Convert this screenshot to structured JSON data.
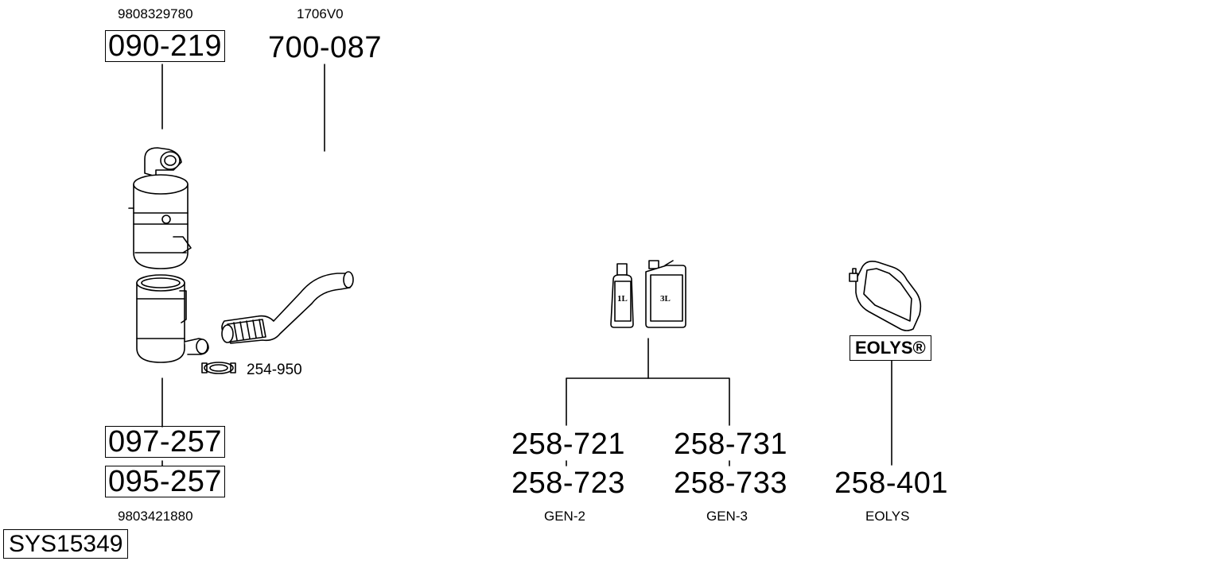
{
  "system_id": "SYS15349",
  "groups": {
    "upper_left": {
      "oem": "9808329780",
      "part": "090-219"
    },
    "upper_mid": {
      "oem": "1706V0",
      "part": "700-087"
    },
    "clamp": {
      "part": "254-950"
    },
    "lower_left": {
      "part_a": "097-257",
      "part_b": "095-257",
      "oem": "9803421880"
    },
    "gen2": {
      "part_a": "258-721",
      "part_b": "258-723",
      "label": "GEN-2"
    },
    "gen3": {
      "part_a": "258-731",
      "part_b": "258-733",
      "label": "GEN-3"
    },
    "eolys": {
      "badge": "EOLYS®",
      "part": "258-401",
      "label": "EOLYS"
    }
  },
  "bottles": {
    "small": "1L",
    "large": "3L"
  }
}
